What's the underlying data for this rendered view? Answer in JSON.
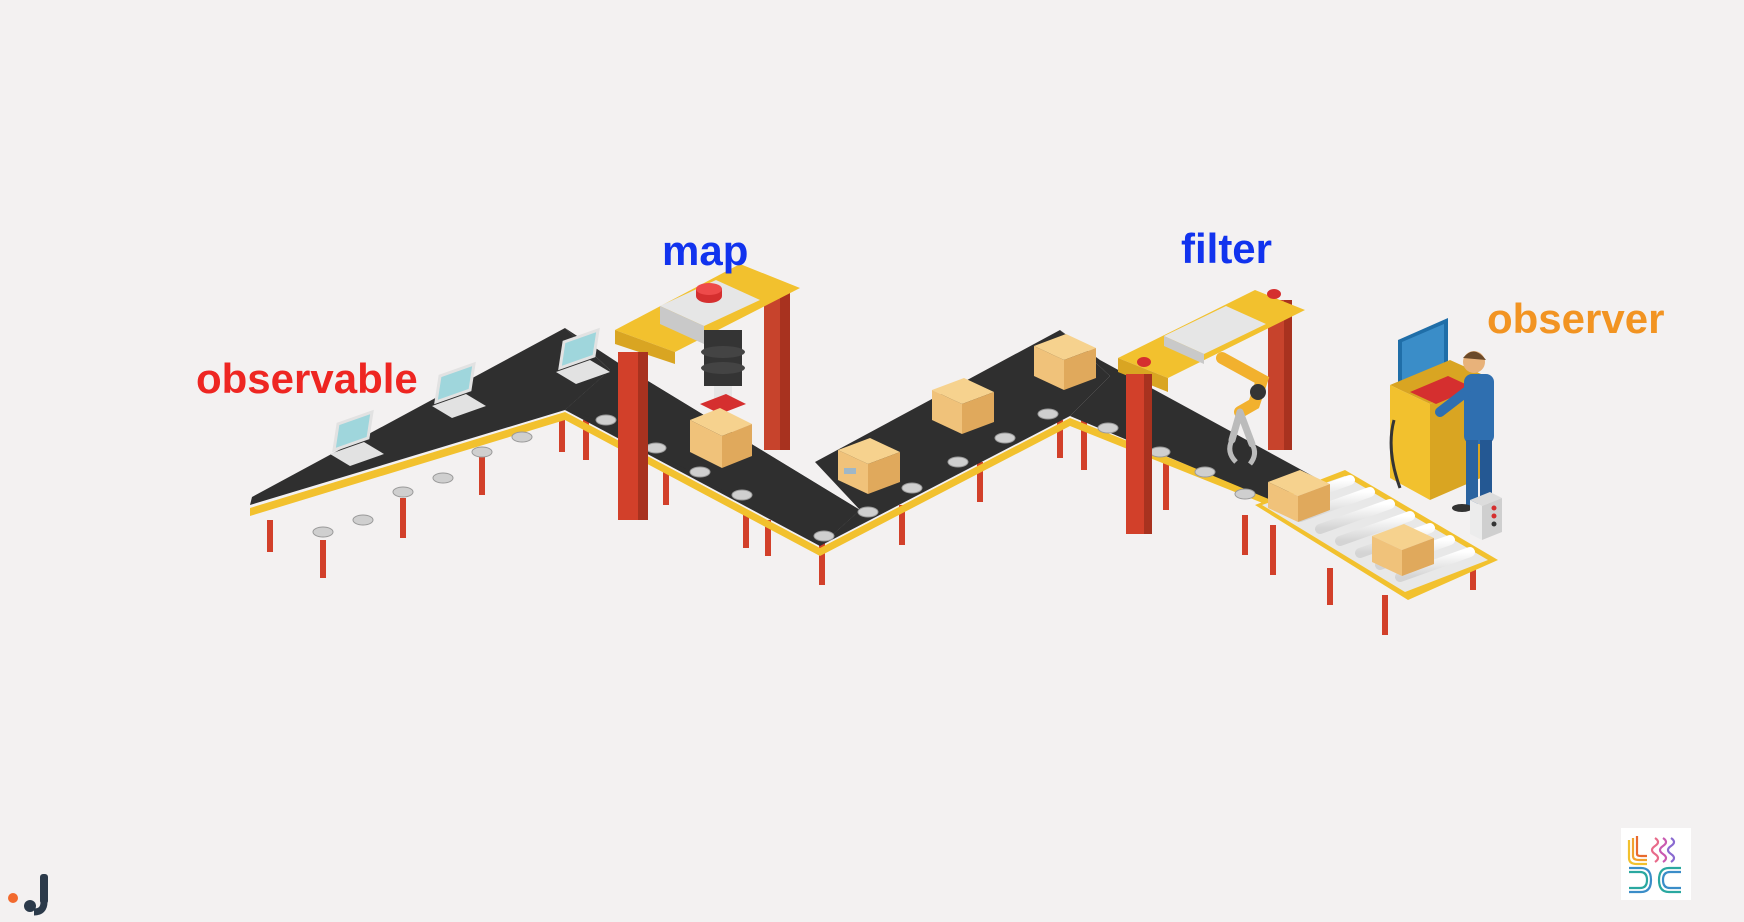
{
  "labels": {
    "observable": "observable",
    "map": "map",
    "filter": "filter",
    "observer": "observer"
  },
  "colors": {
    "background": "#f3f1f1",
    "observable": "#ee2622",
    "map": "#1133ee",
    "filter": "#1133ee",
    "observer": "#f29422",
    "belt": "#2f2f2f",
    "belt_edge": "#f2c12e",
    "legs": "#d2402a",
    "box": "#f0c27a",
    "screen": "#9fd6dc"
  },
  "items": {
    "input": "laptop",
    "output": "box"
  },
  "icons": {
    "corner_logo": "presenter-logo-icon",
    "conference_logo": "conference-logo-icon"
  }
}
